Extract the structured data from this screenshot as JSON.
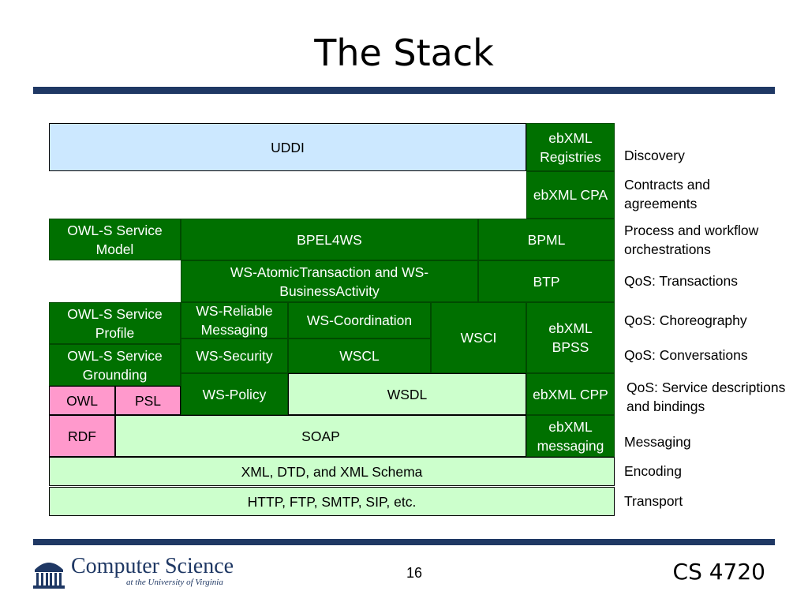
{
  "title": "The Stack",
  "stack": {
    "uddi": "UDDI",
    "ebxml_registries": "ebXML Registries",
    "ebxml_cpa": "ebXML CPA",
    "owls_model": "OWL-S Service Model",
    "bpel4ws": "BPEL4WS",
    "bpml": "BPML",
    "ws_atomic": "WS-AtomicTransaction and WS-BusinessActivity",
    "btp": "BTP",
    "owls_profile": "OWL-S Service Profile",
    "ws_reliable": "WS-Reliable Messaging",
    "ws_coordination": "WS-Coordination",
    "wsci": "WSCI",
    "ebxml_bpss": "ebXML BPSS",
    "owls_grounding": "OWL-S Service Grounding",
    "ws_security": "WS-Security",
    "wscl": "WSCL",
    "owl": "OWL",
    "psl": "PSL",
    "ws_policy": "WS-Policy",
    "wsdl": "WSDL",
    "ebxml_cpp": "ebXML CPP",
    "rdf": "RDF",
    "soap": "SOAP",
    "ebxml_messaging": "ebXML messaging",
    "xml": "XML, DTD, and XML Schema",
    "http": "HTTP, FTP, SMTP, SIP, etc."
  },
  "layers": {
    "discovery": "Discovery",
    "contracts": "Contracts and agreements",
    "process": "Process and workflow orchestrations",
    "transactions": "QoS: Transactions",
    "choreography": "QoS: Choreography",
    "conversations": "QoS: Conversations",
    "service_desc": "QoS: Service descriptions and bindings",
    "messaging": "Messaging",
    "encoding": "Encoding",
    "transport": "Transport"
  },
  "footer": {
    "page_number": "16",
    "course": "CS 4720",
    "logo_main": "Computer Science",
    "logo_sub": "at the University of Virginia"
  },
  "colors": {
    "dark_green": "#007000",
    "light_green": "#ccffcc",
    "light_blue": "#cce8ff",
    "pink": "#ff99cc",
    "rule_navy": "#1f3864"
  }
}
